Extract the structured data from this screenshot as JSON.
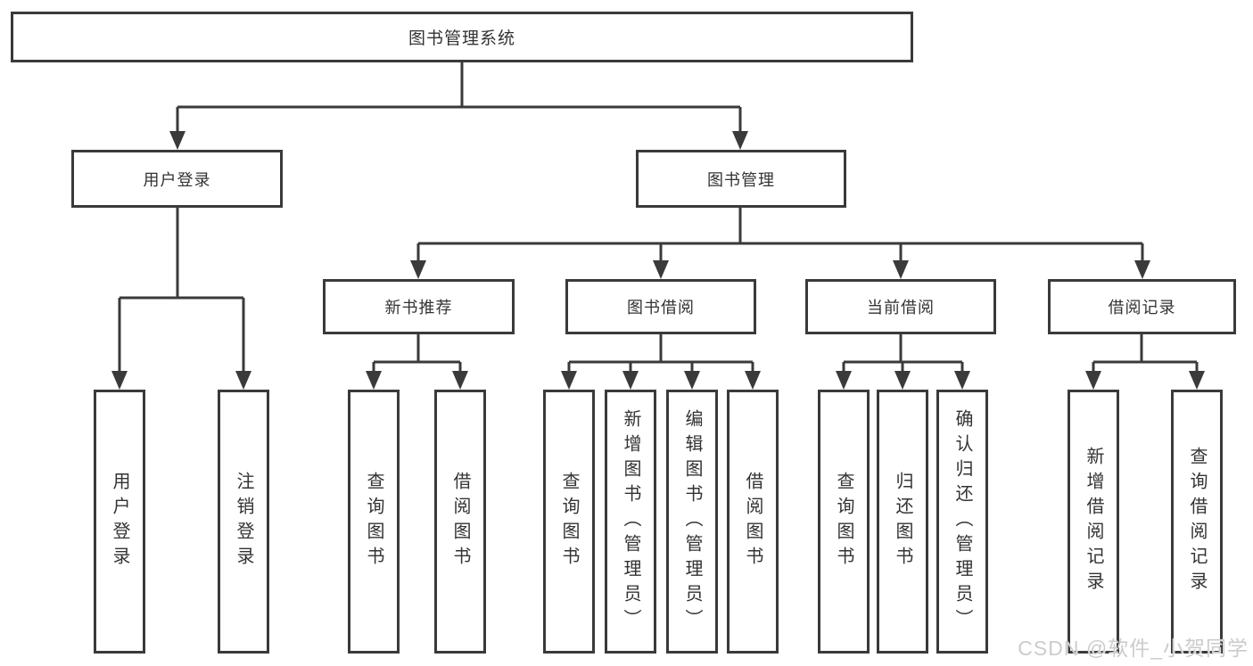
{
  "diagram": {
    "type": "tree",
    "nodes": {
      "root": "图书管理系统",
      "level2": [
        "用户登录",
        "图书管理"
      ],
      "level3": [
        "新书推荐",
        "图书借阅",
        "当前借阅",
        "借阅记录"
      ],
      "leaves_login": [
        "用户登录",
        "注销登录"
      ],
      "leaves_recommend": [
        "查询图书",
        "借阅图书"
      ],
      "leaves_borrow": [
        "查询图书",
        "新增图书（管理员）",
        "编辑图书（管理员）",
        "借阅图书"
      ],
      "leaves_current": [
        "查询图书",
        "归还图书",
        "确认归还（管理员）"
      ],
      "leaves_records": [
        "新增借阅记录",
        "查询借阅记录"
      ]
    },
    "edges": [
      [
        "图书管理系统",
        "用户登录"
      ],
      [
        "图书管理系统",
        "图书管理"
      ],
      [
        "用户登录",
        "用户登录"
      ],
      [
        "用户登录",
        "注销登录"
      ],
      [
        "图书管理",
        "新书推荐"
      ],
      [
        "图书管理",
        "图书借阅"
      ],
      [
        "图书管理",
        "当前借阅"
      ],
      [
        "图书管理",
        "借阅记录"
      ],
      [
        "新书推荐",
        "查询图书"
      ],
      [
        "新书推荐",
        "借阅图书"
      ],
      [
        "图书借阅",
        "查询图书"
      ],
      [
        "图书借阅",
        "新增图书（管理员）"
      ],
      [
        "图书借阅",
        "编辑图书（管理员）"
      ],
      [
        "图书借阅",
        "借阅图书"
      ],
      [
        "当前借阅",
        "查询图书"
      ],
      [
        "当前借阅",
        "归还图书"
      ],
      [
        "当前借阅",
        "确认归还（管理员）"
      ],
      [
        "借阅记录",
        "新增借阅记录"
      ],
      [
        "借阅记录",
        "查询借阅记录"
      ]
    ],
    "watermark": "CSDN @软件_小贺同学",
    "colors": {
      "line": "#3a3a3a",
      "text": "#333333",
      "background": "#ffffff",
      "watermark": "#cccccc"
    }
  }
}
